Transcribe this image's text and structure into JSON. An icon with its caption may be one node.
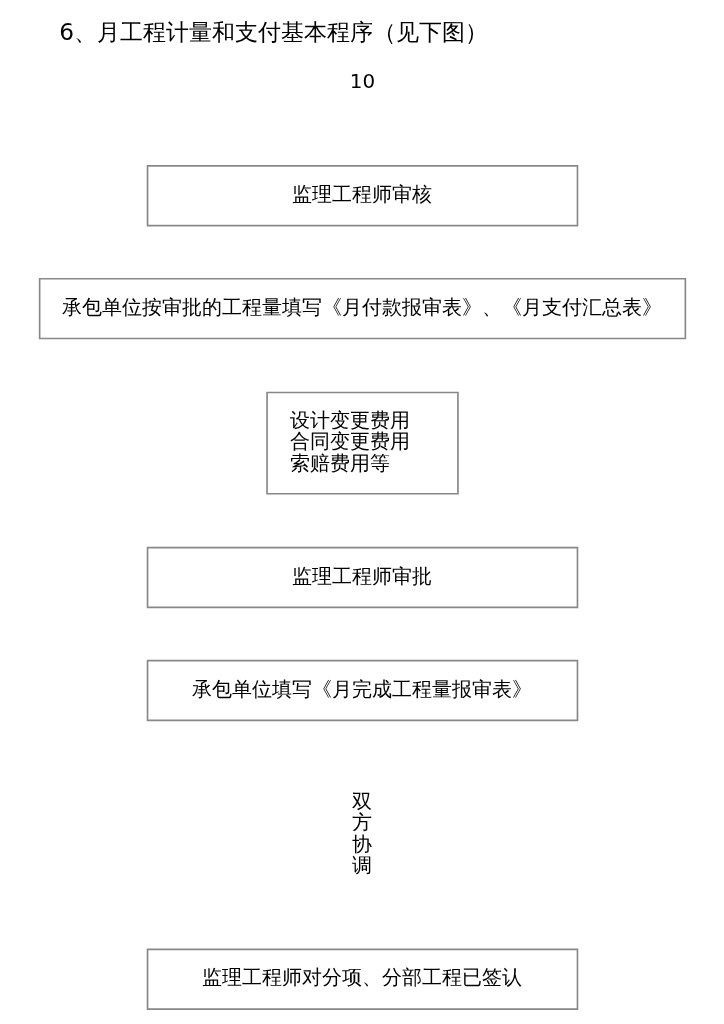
{
  "diagram": {
    "title": "6、月工程计量和支付基本程序（见下图）",
    "nodes": [
      {
        "text": [
          "监理工程师对分项、分部工程已签认"
        ]
      },
      {
        "text": [
          "承包单位填写《月完成工程量报审表》"
        ]
      },
      {
        "text": [
          "监理工程师审批"
        ]
      },
      {
        "text": [
          "设计变更费用合同变更费用索赔费用等"
        ]
      },
      {
        "text": [
          "承包单位按审批的工程量填写《月付款报审表》、《月支付汇总表》"
        ]
      },
      {
        "text": [
          "监理工程师审核"
        ]
      }
    ],
    "labels": [
      "双方协调",
      "10"
    ]
  }
}
